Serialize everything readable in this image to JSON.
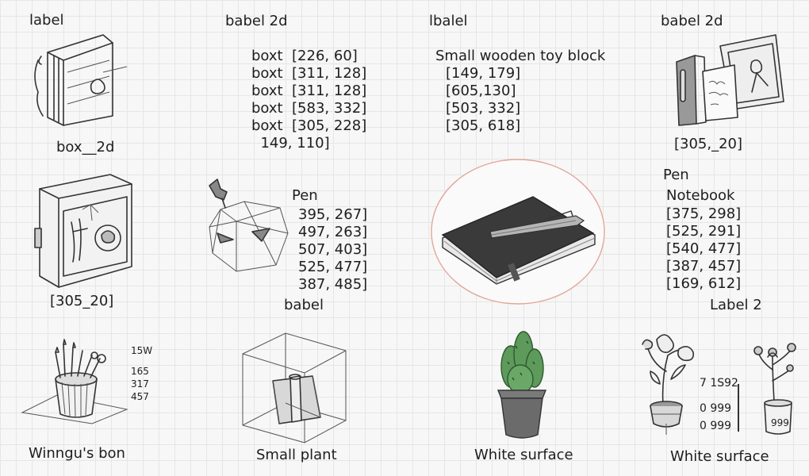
{
  "labels": {
    "top_left": "label",
    "top_center_left": "babel 2d",
    "top_center": "lbalel",
    "top_right": "babel 2d",
    "box_2d": "box__2d",
    "coord_top_right": "[305,_20]",
    "coord_left": "[305_20]",
    "pen_top": "Pen",
    "babel_mid": "babel",
    "pen_right": "Pen",
    "label_2": "Label 2",
    "winngu": "Winngu's bon",
    "small_plant": "Small plant",
    "white_surface_1": "White surface",
    "white_surface_2": "White surface"
  },
  "boxt_list": [
    "boxt  [226, 60]",
    "boxt  [311, 128]",
    "boxt  [311, 128]",
    "boxt  [583, 332]",
    "boxt  [305, 228]",
    "  149, 110]"
  ],
  "block_list": {
    "title": "Small wooden toy block",
    "coords": [
      "[149, 179]",
      "[605,130]",
      "[503, 332]",
      "[305, 618]"
    ]
  },
  "pen_list": [
    "395, 267]",
    "497, 263]",
    "507, 403]",
    "525, 477]",
    "387, 485]"
  ],
  "notebook_list": {
    "title": "Notebook",
    "coords": [
      "[375, 298]",
      "[525, 291]",
      "[540, 477]",
      "[387, 457]",
      "[169, 612]"
    ]
  },
  "small_numbers": [
    "15W",
    "165",
    "317",
    "457"
  ],
  "plant_numbers": [
    "7 1S92",
    "0 999",
    "0 999"
  ],
  "pot_label": "999",
  "colors": {
    "accent_circle": "#e2a79a",
    "notebook": "#3a3a3a",
    "pen_body": "#b5b5b5",
    "plant_green": "#5d9a5b",
    "pot": "#6b6b6b"
  }
}
